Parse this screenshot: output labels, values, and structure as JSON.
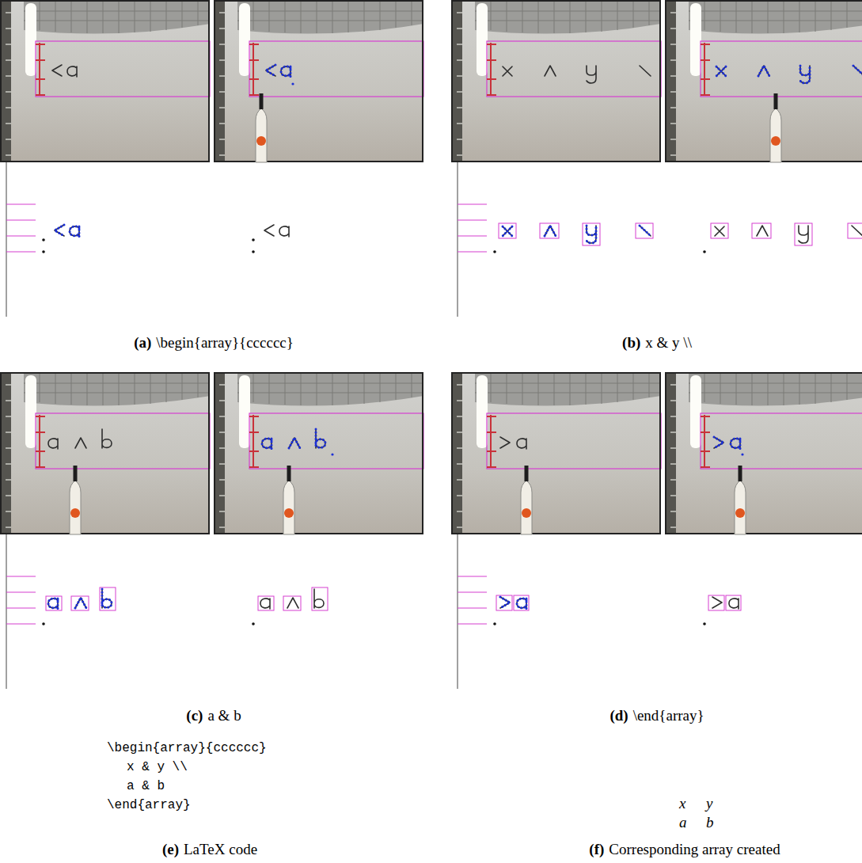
{
  "diagram": {
    "labels": [
      "(a)",
      "\\begin{array}{cccccc}",
      "(b)",
      "x & y \\\\",
      "(c)",
      "a & b",
      "(d)",
      "\\end{array}",
      "\\begin{array}{cccccc}",
      "x & y \\\\",
      "a & b",
      "\\end{array}",
      "(e)",
      "LaTeX code",
      "(f)",
      "Corresponding array created",
      "x",
      "y",
      "a",
      "b"
    ]
  }
}
